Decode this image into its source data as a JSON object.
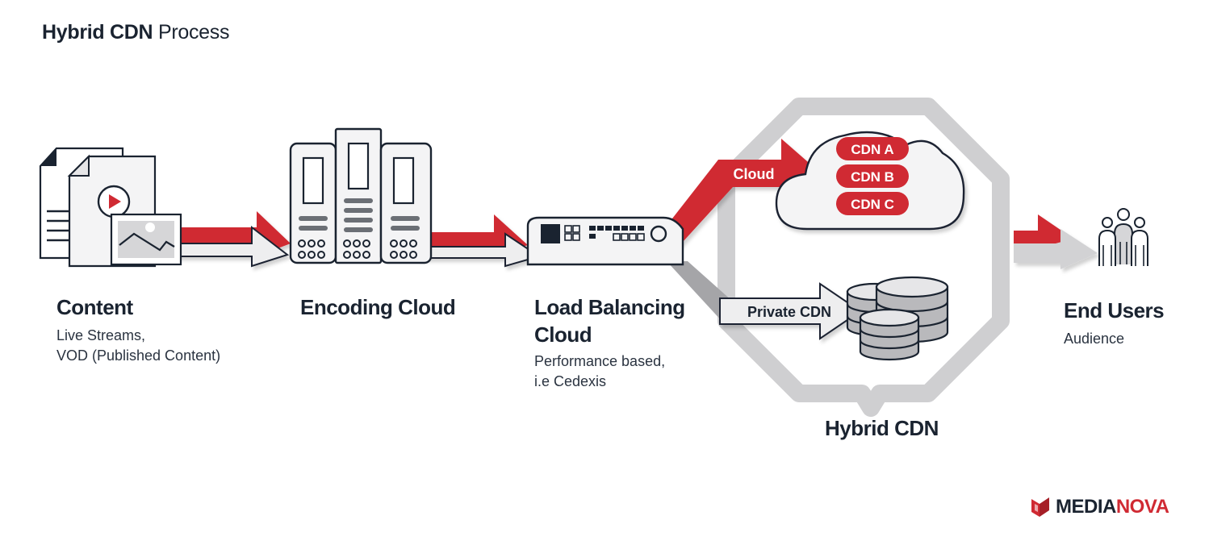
{
  "title": {
    "bold": "Hybrid CDN",
    "light": "Process"
  },
  "stages": {
    "content": {
      "label": "Content",
      "sub1": "Live Streams,",
      "sub2": "VOD (Published Content)"
    },
    "encoding": {
      "label": "Encoding Cloud"
    },
    "load_balancing": {
      "label1": "Load Balancing",
      "label2": "Cloud",
      "sub1": "Performance based,",
      "sub2": "i.e Cedexis"
    },
    "hybrid": {
      "label": "Hybrid CDN"
    },
    "end_users": {
      "label": "End Users",
      "sub": "Audience"
    }
  },
  "routes": {
    "cloud": "Cloud",
    "private": "Private CDN"
  },
  "cdns": [
    "CDN A",
    "CDN B",
    "CDN C"
  ],
  "brand": {
    "part1": "MEDIA",
    "part2": "NOVA"
  },
  "colors": {
    "accent": "#d02a33",
    "dark": "#1a2330",
    "grey": "#cfcfd1",
    "light": "#f2f2f3"
  },
  "icons": [
    "document-icon",
    "video-icon",
    "image-icon",
    "server-rack-icon",
    "load-balancer-icon",
    "cloud-icon",
    "database-icon",
    "users-icon",
    "logo-icon"
  ]
}
